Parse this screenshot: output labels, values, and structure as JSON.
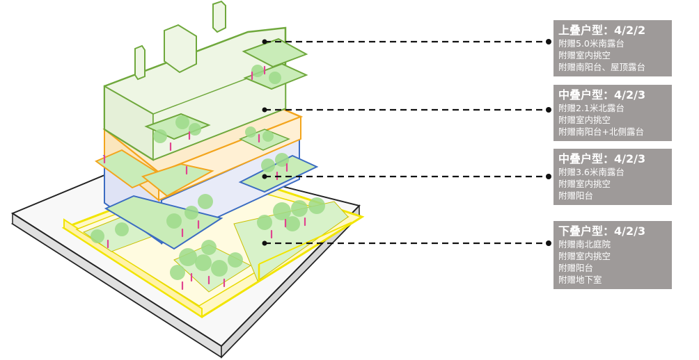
{
  "units": [
    {
      "title": "上叠户型：4/2/2",
      "lines": [
        "附赠5.0米南露台",
        "附赠室内挑空",
        "附赠南阳台、屋顶露台"
      ]
    },
    {
      "title": "中叠户型：4/2/3",
      "lines": [
        "附赠2.1米北露台",
        "附赠室内挑空",
        "附赠南阳台+北侧露台"
      ]
    },
    {
      "title": "中叠户型：4/2/3",
      "lines": [
        "附赠3.6米南露台",
        "附赠室内挑空",
        "附赠阳台"
      ]
    },
    {
      "title": "下叠户型：4/2/3",
      "lines": [
        "附赠南北庭院",
        "附赠室内挑空",
        "附赠阳台",
        "附赠地下室"
      ]
    }
  ],
  "colors": {
    "top_unit": "#6fa83c",
    "upper_middle_unit": "#f3a51d",
    "lower_middle_unit": "#3b6cc2",
    "ground_unit": "#f2e500",
    "garden": "#9edb8a",
    "label_panel": "#9e9a99"
  }
}
